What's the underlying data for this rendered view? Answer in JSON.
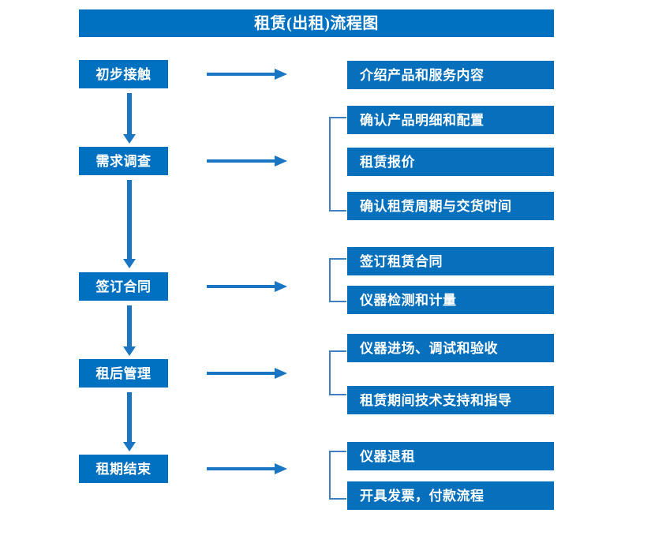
{
  "header": {
    "title": "租赁(出租)流程图"
  },
  "colors": {
    "banner": "#0070c0",
    "stage_box": "#0070c0",
    "detail_box": "#0770bd",
    "arrow": "#1a76c2",
    "bracket": "#3f7fc1",
    "text": "#ffffff",
    "background": "#ffffff"
  },
  "stages": [
    {
      "label": "初步接触"
    },
    {
      "label": "需求调查"
    },
    {
      "label": "签订合同"
    },
    {
      "label": "租后管理"
    },
    {
      "label": "租期结束"
    }
  ],
  "details": [
    {
      "label": "介绍产品和服务内容"
    },
    {
      "label": "确认产品明细和配置"
    },
    {
      "label": "租赁报价"
    },
    {
      "label": "确认租赁周期与交货时间"
    },
    {
      "label": "签订租赁合同"
    },
    {
      "label": "仪器检测和计量"
    },
    {
      "label": "仪器进场、调试和验收"
    },
    {
      "label": "租赁期间技术支持和指导"
    },
    {
      "label": "仪器退租"
    },
    {
      "label": "开具发票，付款流程"
    }
  ],
  "groups": [
    {
      "stage": "初步接触",
      "details": [
        "介绍产品和服务内容"
      ],
      "bracketed": false
    },
    {
      "stage": "需求调查",
      "details": [
        "确认产品明细和配置",
        "租赁报价",
        "确认租赁周期与交货时间"
      ],
      "bracketed": true
    },
    {
      "stage": "签订合同",
      "details": [
        "签订租赁合同",
        "仪器检测和计量"
      ],
      "bracketed": true
    },
    {
      "stage": "租后管理",
      "details": [
        "仪器进场、调试和验收",
        "租赁期间技术支持和指导"
      ],
      "bracketed": true
    },
    {
      "stage": "租期结束",
      "details": [
        "仪器退租",
        "开具发票，付款流程"
      ],
      "bracketed": true
    }
  ]
}
